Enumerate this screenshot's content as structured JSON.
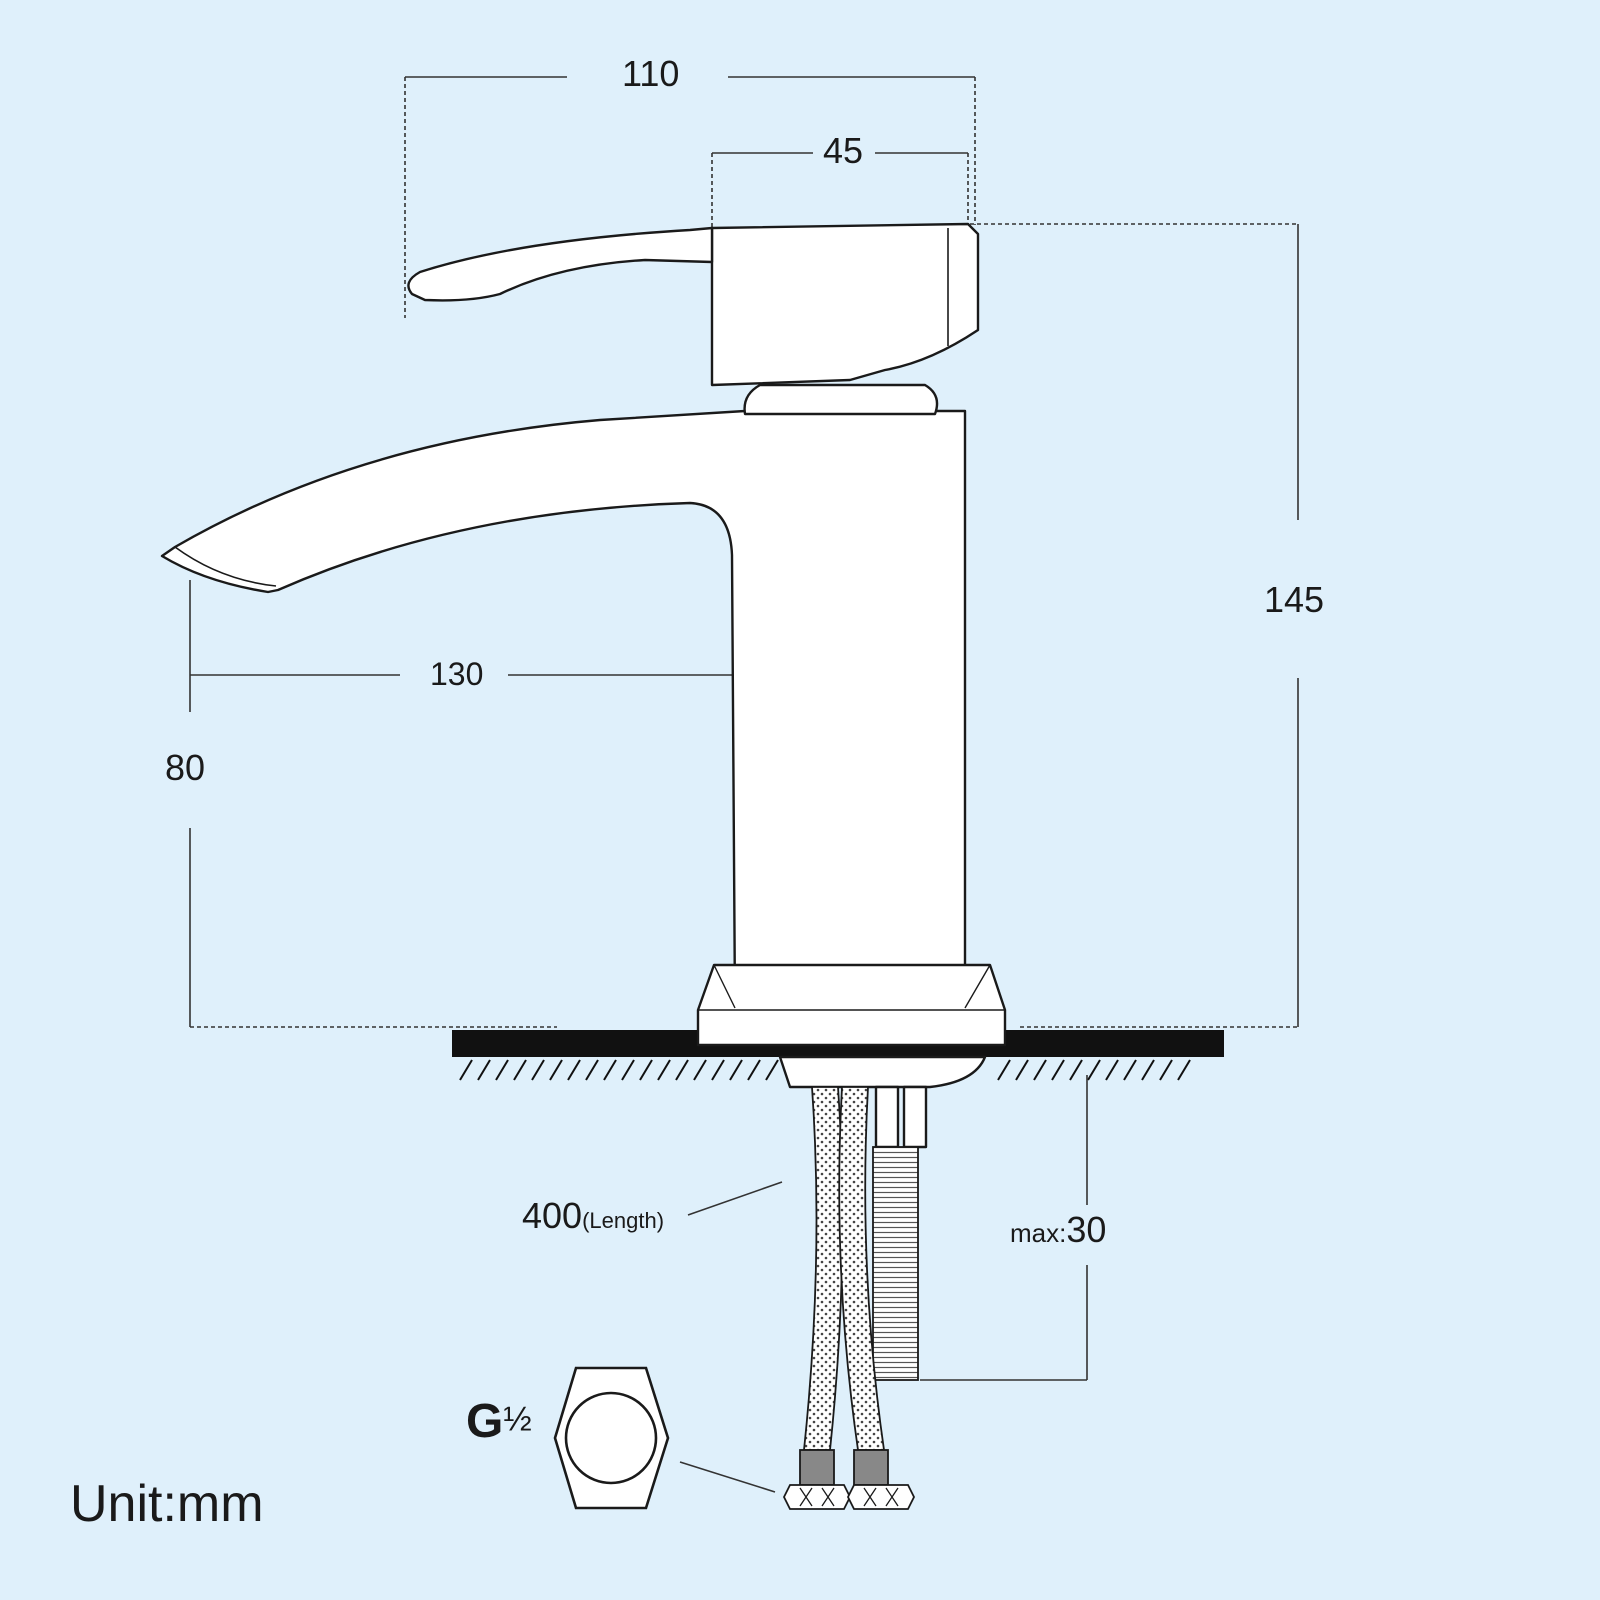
{
  "colors": {
    "background": "#dff0fb",
    "line": "#1a1a1a",
    "dim": "#333333"
  },
  "dimensions": {
    "d110": "110",
    "d45": "45",
    "d145": "145",
    "d130": "130",
    "d80": "80",
    "hose_value": "400",
    "hose_note": "(Length)",
    "max_prefix": "max:",
    "max_value": "30"
  },
  "thread": {
    "letter": "G",
    "fraction": "½"
  },
  "unit_label": "Unit:mm"
}
